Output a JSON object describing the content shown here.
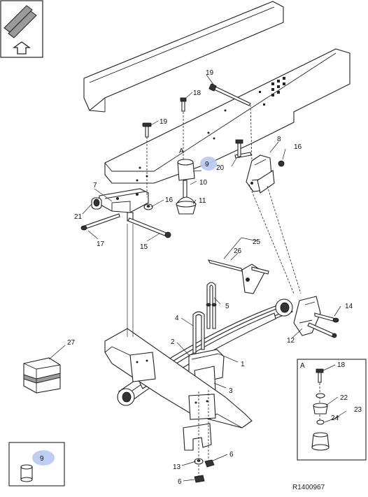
{
  "figure_ref": "R1400967",
  "detail_marker": "A",
  "callouts": [
    {
      "id": "c1",
      "text": "1"
    },
    {
      "id": "c2",
      "text": "2"
    },
    {
      "id": "c3",
      "text": "3"
    },
    {
      "id": "c4",
      "text": "4"
    },
    {
      "id": "c5",
      "text": "5"
    },
    {
      "id": "c6a",
      "text": "6"
    },
    {
      "id": "c6b",
      "text": "6"
    },
    {
      "id": "c7",
      "text": "7"
    },
    {
      "id": "c8",
      "text": "8"
    },
    {
      "id": "c9a",
      "text": "9"
    },
    {
      "id": "c9b",
      "text": "9"
    },
    {
      "id": "c10",
      "text": "10"
    },
    {
      "id": "c11",
      "text": "11"
    },
    {
      "id": "c12",
      "text": "12"
    },
    {
      "id": "c13",
      "text": "13"
    },
    {
      "id": "c14",
      "text": "14"
    },
    {
      "id": "c15",
      "text": "15"
    },
    {
      "id": "c16a",
      "text": "16"
    },
    {
      "id": "c16b",
      "text": "16"
    },
    {
      "id": "c17",
      "text": "17"
    },
    {
      "id": "c18a",
      "text": "18"
    },
    {
      "id": "c18b",
      "text": "18"
    },
    {
      "id": "c19a",
      "text": "19"
    },
    {
      "id": "c19b",
      "text": "19"
    },
    {
      "id": "c20",
      "text": "20"
    },
    {
      "id": "c21",
      "text": "21"
    },
    {
      "id": "c22",
      "text": "22"
    },
    {
      "id": "c23",
      "text": "23"
    },
    {
      "id": "c24",
      "text": "24"
    },
    {
      "id": "c25",
      "text": "25"
    },
    {
      "id": "c26",
      "text": "26"
    },
    {
      "id": "c27",
      "text": "27"
    }
  ],
  "colors": {
    "highlight": "#b7c9f2",
    "line": "#222222",
    "shade": "#9a9a9a"
  }
}
